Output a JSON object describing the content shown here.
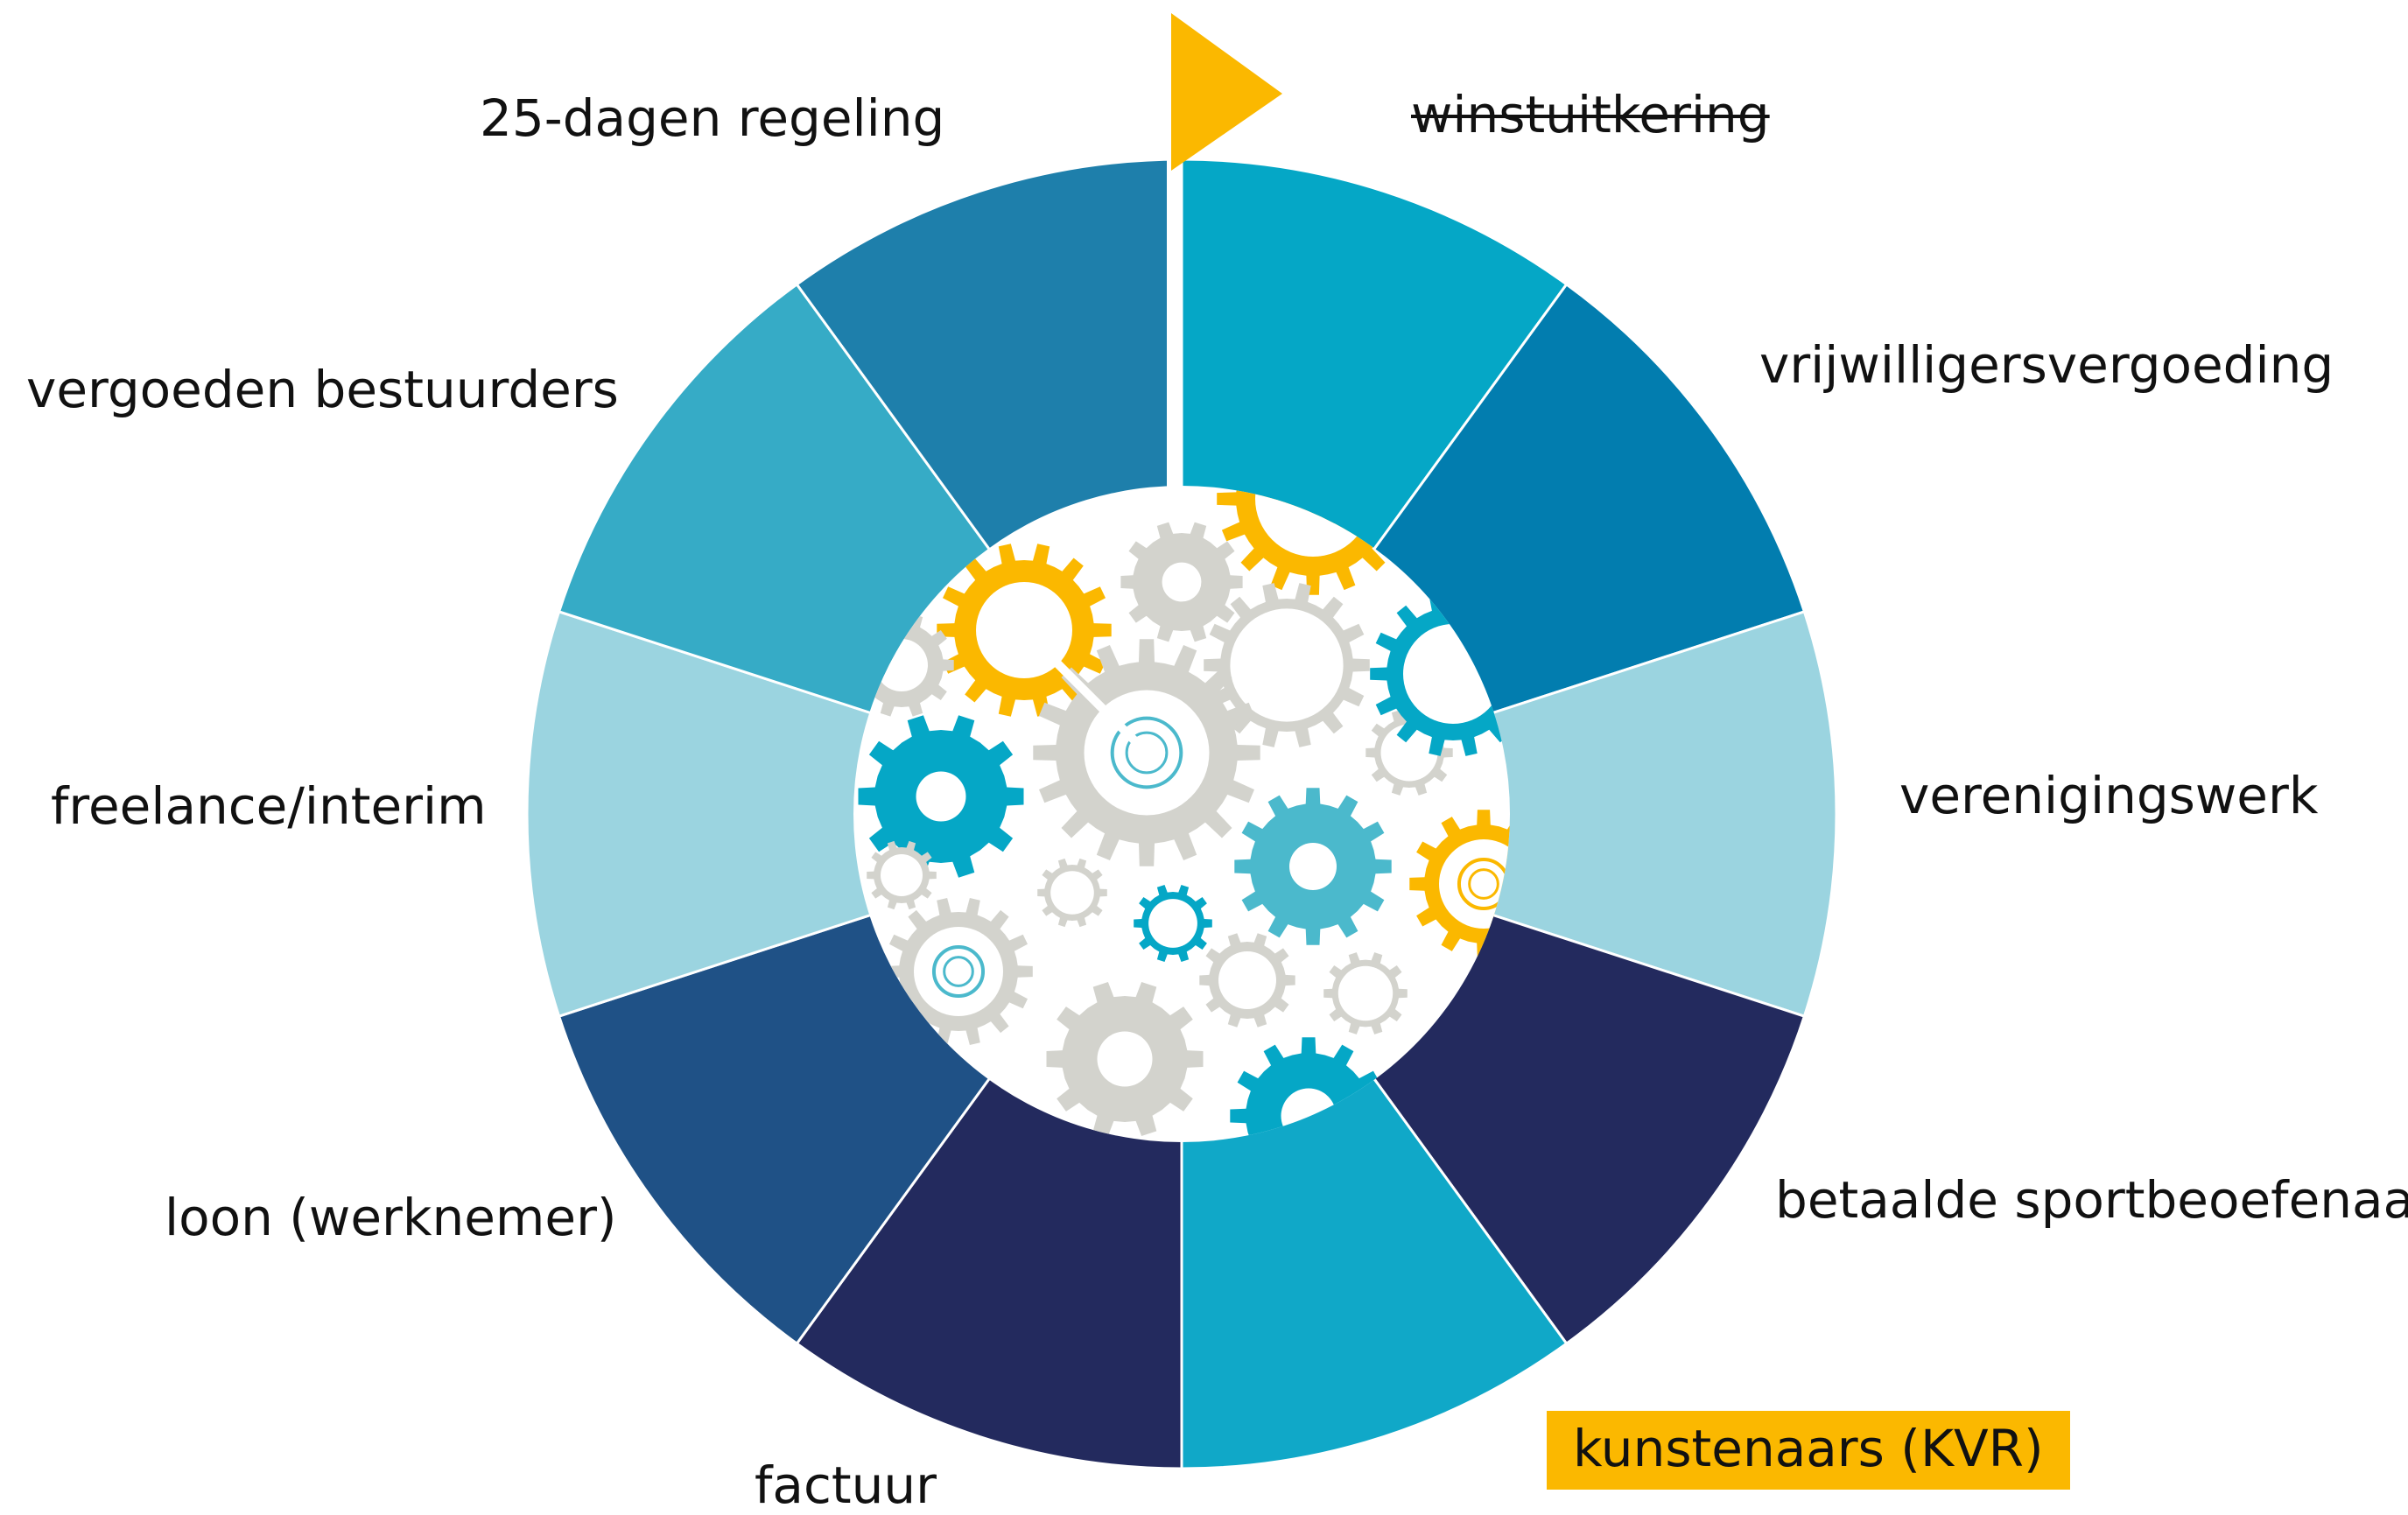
{
  "segments": [
    {
      "label": "winstuitkering",
      "color": "#05a7c6",
      "struck": true
    },
    {
      "label": "vrijwilligersvergoeding",
      "color": "#027daf"
    },
    {
      "label": "verenigingswerk",
      "color": "#9bd4e0"
    },
    {
      "label": "betaalde sportbeoefenaar",
      "color": "#232a5e"
    },
    {
      "label": "kunstenaars (KVR)",
      "color": "#10a8c8",
      "highlighted": true
    },
    {
      "label": "factuur",
      "color": "#232a5e"
    },
    {
      "label": "loon (werknemer)",
      "color": "#1f5186"
    },
    {
      "label": "freelance/interim",
      "color": "#9bd4e0"
    },
    {
      "label": "vergoeden bestuurders",
      "color": "#36abc6"
    },
    {
      "label": "25-dagen regeling",
      "color": "#1e7fab"
    }
  ],
  "colors": {
    "gear_gray": "#d3d3cd",
    "gear_yellow": "#fbb800",
    "gear_blue": "#05a7c6",
    "gear_teal": "#4bb9cc",
    "flag": "#fbb800",
    "highlight_box": "#fbb800"
  },
  "icons": [
    "flag-icon",
    "gear-icon"
  ]
}
